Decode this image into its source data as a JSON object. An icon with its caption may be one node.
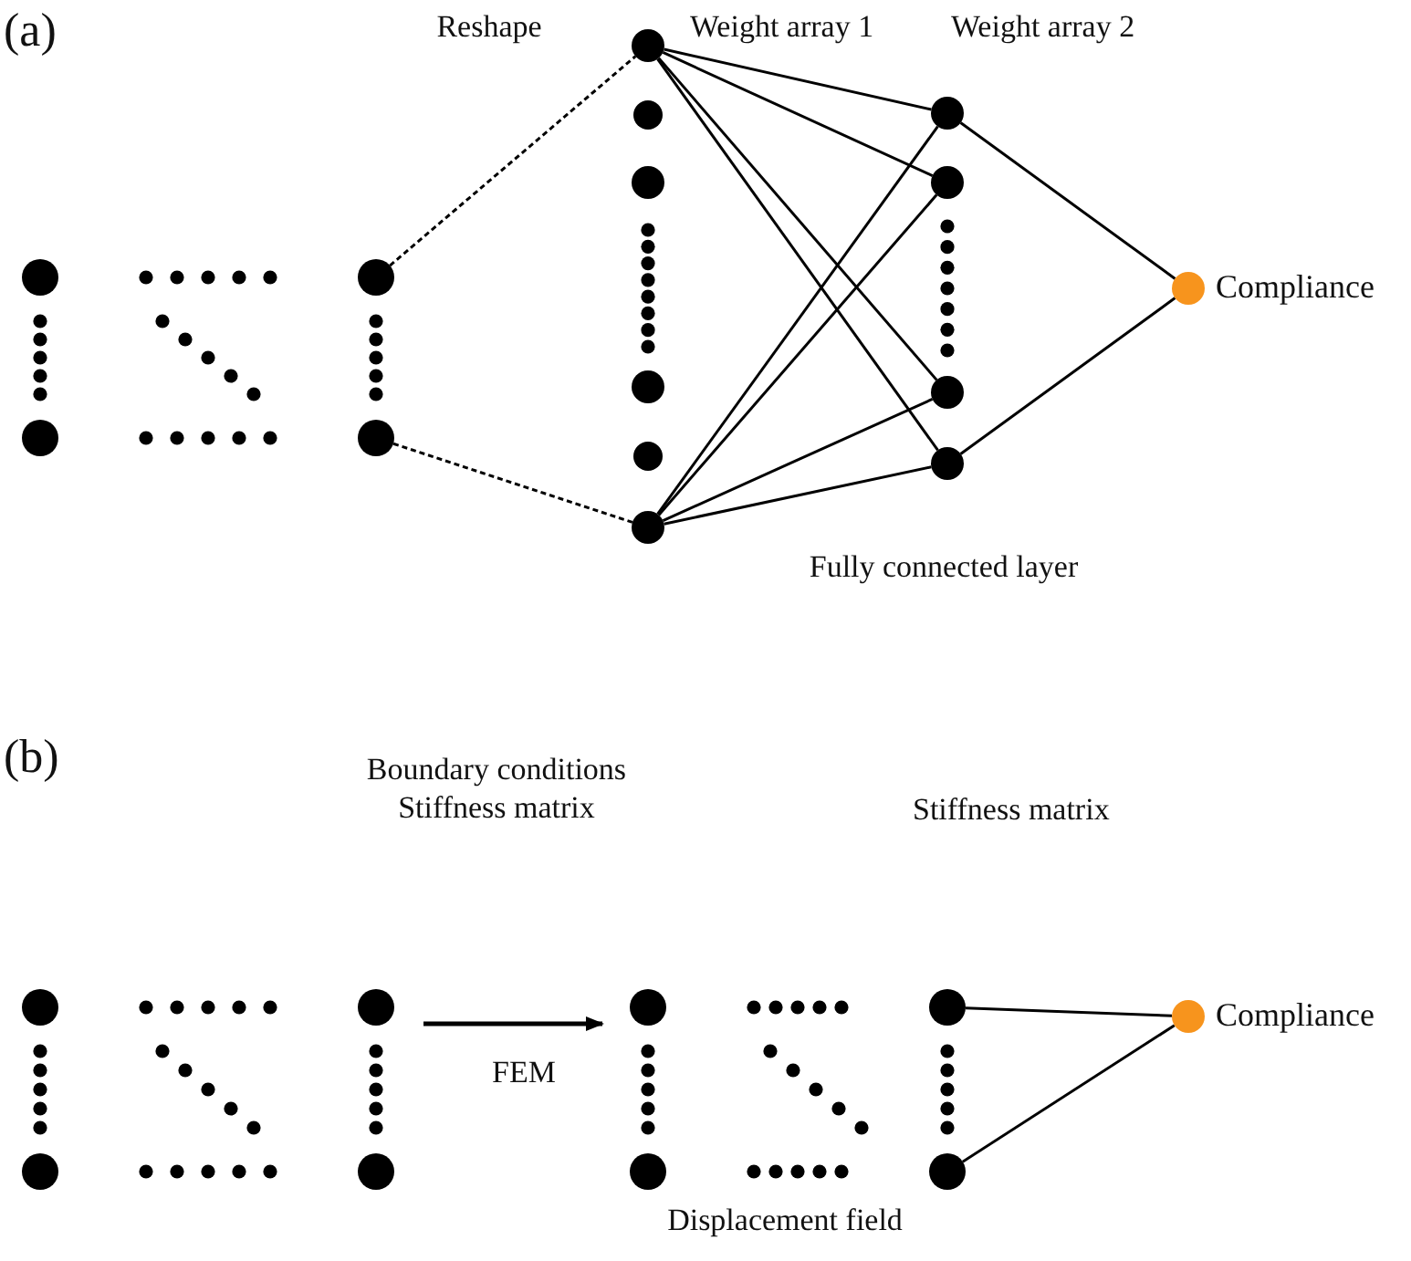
{
  "diagram": {
    "nodes": [
      {
        "text": [],
        "shape": "circle"
      },
      {
        "text": [],
        "shape": "circle"
      },
      {
        "text": [],
        "shape": "circle"
      },
      {
        "text": [],
        "shape": "circle"
      },
      {
        "text": [],
        "shape": "circle"
      },
      {
        "text": [],
        "shape": "circle"
      },
      {
        "text": [],
        "shape": "circle"
      },
      {
        "text": [],
        "shape": "circle"
      },
      {
        "text": [],
        "shape": "circle"
      },
      {
        "text": [],
        "shape": "circle"
      },
      {
        "text": [],
        "shape": "circle"
      },
      {
        "text": [],
        "shape": "circle"
      },
      {
        "text": [],
        "shape": "circle"
      },
      {
        "text": [],
        "shape": "circle"
      },
      {
        "text": [],
        "shape": "circle",
        "beside": [
          "Compliance"
        ]
      },
      {
        "text": [],
        "shape": "circle"
      },
      {
        "text": [],
        "shape": "circle"
      },
      {
        "text": [],
        "shape": "circle"
      },
      {
        "text": [],
        "shape": "circle"
      },
      {
        "text": [],
        "shape": "circle"
      },
      {
        "text": [],
        "shape": "circle"
      },
      {
        "text": [],
        "shape": "circle"
      },
      {
        "text": [],
        "shape": "circle"
      },
      {
        "text": [],
        "shape": "circle",
        "beside": [
          "Compliance"
        ]
      }
    ],
    "edges": [
      {
        "from": 2,
        "to": 4,
        "arrow": "none",
        "style": "dashed"
      },
      {
        "from": 3,
        "to": 9,
        "arrow": "none",
        "style": "dashed"
      },
      {
        "from": 4,
        "to": 10,
        "arrow": "none"
      },
      {
        "from": 4,
        "to": 11,
        "arrow": "none"
      },
      {
        "from": 4,
        "to": 12,
        "arrow": "none"
      },
      {
        "from": 4,
        "to": 13,
        "arrow": "none"
      },
      {
        "from": 9,
        "to": 10,
        "arrow": "none"
      },
      {
        "from": 9,
        "to": 11,
        "arrow": "none"
      },
      {
        "from": 9,
        "to": 12,
        "arrow": "none"
      },
      {
        "from": 9,
        "to": 13,
        "arrow": "none"
      },
      {
        "from": 10,
        "to": 14,
        "arrow": "none"
      },
      {
        "from": 13,
        "to": 14,
        "arrow": "none"
      },
      {
        "from": 21,
        "to": 23,
        "arrow": "none"
      },
      {
        "from": 22,
        "to": 23,
        "arrow": "none"
      }
    ],
    "labels": [
      "(a)",
      "Reshape",
      "Weight array 1",
      "Weight array 2",
      "Fully connected layer",
      "(b)",
      "Boundary conditions Stiffness matrix",
      "FEM",
      "Stiffness matrix",
      "Displacement field"
    ]
  }
}
